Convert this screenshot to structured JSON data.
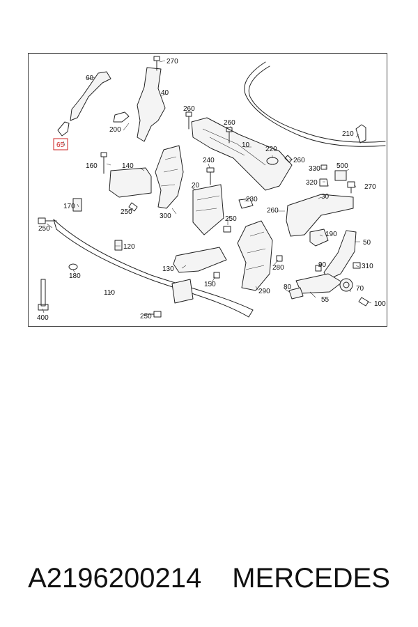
{
  "diagram": {
    "callouts": [
      "270",
      "60",
      "40",
      "260",
      "260",
      "200",
      "65",
      "10",
      "210",
      "220",
      "260",
      "160",
      "140",
      "240",
      "330",
      "500",
      "320",
      "270",
      "170",
      "250",
      "20",
      "230",
      "30",
      "250",
      "300",
      "250",
      "260",
      "190",
      "120",
      "50",
      "180",
      "130",
      "280",
      "90",
      "310",
      "150",
      "290",
      "80",
      "70",
      "110",
      "55",
      "100",
      "400",
      "250"
    ],
    "highlighted_callout": "65"
  },
  "caption": {
    "part_number": "A2196200214",
    "brand": "MERCEDES"
  },
  "colors": {
    "highlight": "#cc2222",
    "line": "#222222"
  }
}
